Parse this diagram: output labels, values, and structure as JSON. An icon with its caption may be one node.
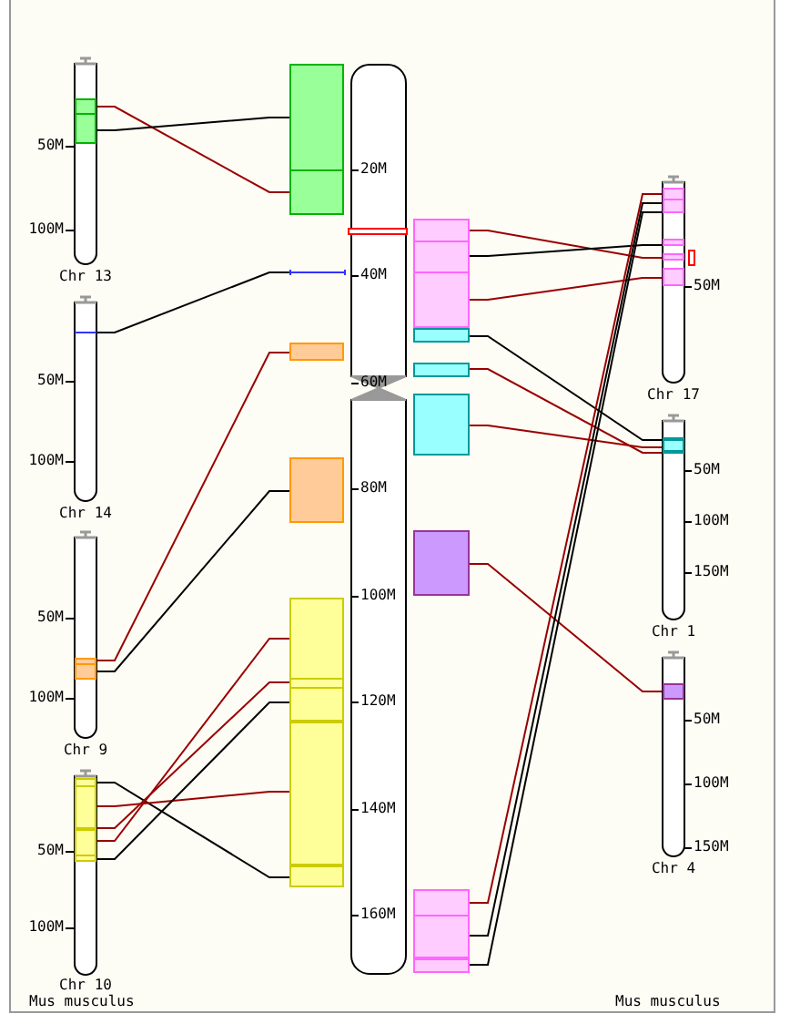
{
  "diagram": {
    "nodes": [
      {
        "text": [
          "Chr 13"
        ],
        "beside": [
          "50M",
          "100M"
        ]
      },
      {
        "text": [],
        "shape": "box",
        "in": 0
      },
      {
        "text": [
          "Chr 14"
        ],
        "beside": [
          "50M",
          "100M"
        ]
      },
      {
        "text": [],
        "shape": "line",
        "in": 2
      },
      {
        "text": [
          "Chr 9"
        ],
        "beside": [
          "50M",
          "100M"
        ]
      },
      {
        "text": [],
        "shape": "box",
        "in": 4
      },
      {
        "text": [
          "Chr 10"
        ],
        "beside": [
          "50M",
          "100M"
        ]
      },
      {
        "text": [],
        "shape": "box",
        "in": 6
      },
      {
        "text": [],
        "shape": "box"
      },
      {
        "text": [],
        "shape": "line"
      },
      {
        "text": [],
        "shape": "box"
      },
      {
        "text": [],
        "shape": "box"
      },
      {
        "text": [],
        "shape": "box"
      },
      {
        "text": [
          "20M",
          "40M",
          "60M",
          "80M",
          "100M",
          "120M",
          "140M",
          "160M"
        ]
      },
      {
        "text": [],
        "shape": "box"
      },
      {
        "text": [],
        "shape": "box"
      },
      {
        "text": [],
        "shape": "box"
      },
      {
        "text": [],
        "shape": "box"
      },
      {
        "text": [],
        "shape": "box"
      },
      {
        "text": [],
        "shape": "box"
      },
      {
        "text": [
          "Chr 17"
        ],
        "beside": [
          "50M"
        ]
      },
      {
        "text": [],
        "shape": "box",
        "in": 20
      },
      {
        "text": [],
        "shape": "box",
        "in": 20
      },
      {
        "text": [],
        "shape": "box",
        "in": 20
      },
      {
        "text": [],
        "shape": "box",
        "in": 20
      },
      {
        "text": [
          "Chr 1"
        ],
        "beside": [
          "50M",
          "100M",
          "150M"
        ]
      },
      {
        "text": [],
        "shape": "box",
        "in": 25
      },
      {
        "text": [
          "Chr 4"
        ],
        "beside": [
          "50M",
          "100M",
          "150M"
        ]
      },
      {
        "text": [],
        "shape": "box",
        "in": 27
      }
    ],
    "edges": [
      {
        "from": 1,
        "to": 8,
        "arrow": "none"
      },
      {
        "from": 1,
        "to": 8,
        "arrow": "none",
        "color": "#000000"
      },
      {
        "from": 3,
        "to": 9,
        "arrow": "none",
        "color": "#000000"
      },
      {
        "from": 5,
        "to": 10,
        "arrow": "none"
      },
      {
        "from": 5,
        "to": 11,
        "arrow": "none",
        "color": "#000000"
      },
      {
        "from": 7,
        "to": 12,
        "arrow": "none",
        "color": "#000000"
      },
      {
        "from": 7,
        "to": 12,
        "arrow": "none"
      },
      {
        "from": 7,
        "to": 12,
        "arrow": "none"
      },
      {
        "from": 7,
        "to": 12,
        "arrow": "none"
      },
      {
        "from": 7,
        "to": 12,
        "arrow": "none",
        "color": "#000000"
      },
      {
        "from": 14,
        "to": 23,
        "arrow": "none"
      },
      {
        "from": 14,
        "to": 22,
        "arrow": "none",
        "color": "#000000"
      },
      {
        "from": 14,
        "to": 24,
        "arrow": "none"
      },
      {
        "from": 15,
        "to": 26,
        "arrow": "none",
        "color": "#000000"
      },
      {
        "from": 16,
        "to": 26,
        "arrow": "none"
      },
      {
        "from": 17,
        "to": 26,
        "arrow": "none"
      },
      {
        "from": 18,
        "to": 28,
        "arrow": "none"
      },
      {
        "from": 19,
        "to": 21,
        "arrow": "none"
      },
      {
        "from": 19,
        "to": 21,
        "arrow": "none",
        "color": "#000000"
      },
      {
        "from": 19,
        "to": 21,
        "arrow": "none",
        "color": "#000000"
      }
    ],
    "labels": [
      "Mus musculus",
      "Mus musculus"
    ]
  }
}
